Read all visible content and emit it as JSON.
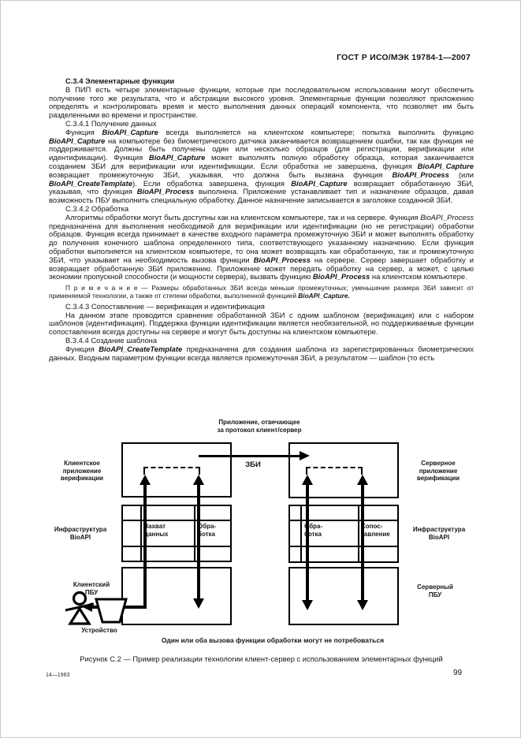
{
  "page": {
    "header": "ГОСТ Р ИСО/МЭК 19784-1—2007",
    "footer_left": "14—1963",
    "page_number": "99"
  },
  "content": {
    "blocks": [
      {
        "type": "heading",
        "text": "С.3.4 Элементарные функции"
      },
      {
        "type": "p",
        "segments": [
          {
            "t": "В ПИП есть четыре элементарные функции, которые при последовательном использовании могут обеспечить получение того же результата, что и абстракции высокого уровня. Элементарные функции позволяют приложению определять и контролировать время и место выполнения данных операций компонента, что позволяет им быть разделенными во времени и пространстве."
          }
        ]
      },
      {
        "type": "p",
        "segments": [
          {
            "t": "С.3.4.1 Получение данных"
          }
        ]
      },
      {
        "type": "p",
        "segments": [
          {
            "t": "Функция "
          },
          {
            "s": "b",
            "t": "BioAPI_Capture"
          },
          {
            "t": " всегда выполняется на клиентском компьютере; попытка выполнить функцию "
          },
          {
            "s": "b",
            "t": "BioAPI_Capture"
          },
          {
            "t": " на компьютере без биометрического датчика заканчивается возвращением ошибки, так как функция не поддерживается. Должны быть получены один или несколько образцов (для регистрации, верификации или идентификации). Функция "
          },
          {
            "s": "b",
            "t": "BioAPI_Capture"
          },
          {
            "t": " может выполнять полную обработку образца, которая заканчивается созданием ЗБИ для верификации или идентификации. Если обработка не завершена, функция "
          },
          {
            "s": "b",
            "t": "BioAPI_Capture"
          },
          {
            "t": " возвращает промежуточную ЗБИ, указывая, что должна быть вызвана функция "
          },
          {
            "s": "b",
            "t": "BioAPI_Process"
          },
          {
            "t": " (или "
          },
          {
            "s": "b",
            "t": "BioAPI_CreateTemplate"
          },
          {
            "t": "). Если обработка завершена, функция "
          },
          {
            "s": "b",
            "t": "BioAPI_Capture"
          },
          {
            "t": " возвращает обработанную ЗБИ, указывая, что функция "
          },
          {
            "s": "b",
            "t": "BioAPI_Process"
          },
          {
            "t": " выполнена. Приложение устанавливает тип и назначение образцов, давая возможность ПБУ выполнить специальную обработку. Данное назначение записывается в заголовке созданной ЗБИ."
          }
        ]
      },
      {
        "type": "p",
        "segments": [
          {
            "t": "С.3.4.2 Обработка"
          }
        ]
      },
      {
        "type": "p",
        "segments": [
          {
            "t": "Алгоритмы обработки могут быть доступны как на клиентском компьютере, так и на сервере. Функция "
          },
          {
            "s": "i",
            "t": "BioAPI_Process"
          },
          {
            "t": " предназначена для выполнения необходимой для верификации или идентификации (но не регистрации) обработки образцов. Функция всегда принимает в качестве входного параметра промежуточную ЗБИ и может выполнять обработку до получения конечного шаблона определенного типа, соответствующего указанному назначению. Если функция обработки выполняется на клиентском компьютере, то она может возвращать как обработанную, так и промежуточную ЗБИ, что указывает на необходимость вызова функции "
          },
          {
            "s": "b",
            "t": "BioAPI_Process"
          },
          {
            "t": " на сервере. Сервер завершает обработку и возвращает обработанную ЗБИ приложению. Приложение может передать обработку на сервер, а может, с целью экономии пропускной способности (и мощности сервера), вызвать функцию "
          },
          {
            "s": "b",
            "t": "BioAPI_Process"
          },
          {
            "t": " на клиентском компьютере."
          }
        ]
      },
      {
        "type": "note",
        "segments": [
          {
            "t": "П р и м е ч а н и е — Размеры обработанных ЗБИ всегда меньше промежуточных; уменьшение размера ЗБИ зависит от применяемой технологии, а также от степени обработки, выполненной функцией "
          },
          {
            "s": "b",
            "t": "BioAPI_Capture."
          }
        ]
      },
      {
        "type": "p",
        "segments": [
          {
            "t": "С.3.4.3 Сопоставление — верификация и идентификация"
          }
        ]
      },
      {
        "type": "p",
        "segments": [
          {
            "t": "На данном этапе проводится сравнение обработанной ЗБИ с одним шаблоном (верификация) или с набором шаблонов (идентификация). Поддержка функции идентификации является необязательной, но поддерживаемые функции сопоставления всегда доступны на сервере и могут быть доступны на клиентском компьютере."
          }
        ]
      },
      {
        "type": "p",
        "segments": [
          {
            "t": "В.3.4.4 Создание шаблона"
          }
        ]
      },
      {
        "type": "p",
        "segments": [
          {
            "t": "Функция "
          },
          {
            "s": "b",
            "t": "BioAPI_CreateTemplate"
          },
          {
            "t": " предназначена для создания шаблона из зарегистрированных биометрических данных. Входным параметром функции всегда является промежуточная ЗБИ, а результатом — шаблон (то есть"
          }
        ]
      }
    ]
  },
  "figure": {
    "title": "Приложение, отвечающее\nза протокол клиент/сервер",
    "zbi_label": "ЗБИ",
    "labels": {
      "client_app": "Клиентское\nприложение\nверификации",
      "server_app": "Серверное\nприложение\nверификации",
      "infra_left": "Инфраструктура\nBioAPI",
      "infra_right": "Инфраструктура\nBioAPI",
      "client_pbu": "Клиентский\nПБУ",
      "server_pbu": "Серверный\nПБУ",
      "device": "Устройство"
    },
    "cells": {
      "capture": "Захват\nданных",
      "process_client": "Обра-\nботка",
      "process_server": "Обра-\nботка",
      "match": "Сопос-\nтавление"
    },
    "bottom_note": "Один или оба вызова функции обработки могут не потребоваться",
    "caption": "Рисунок С.2 — Пример реализации технологии клиент-сервер с использованием элементарных функций"
  }
}
